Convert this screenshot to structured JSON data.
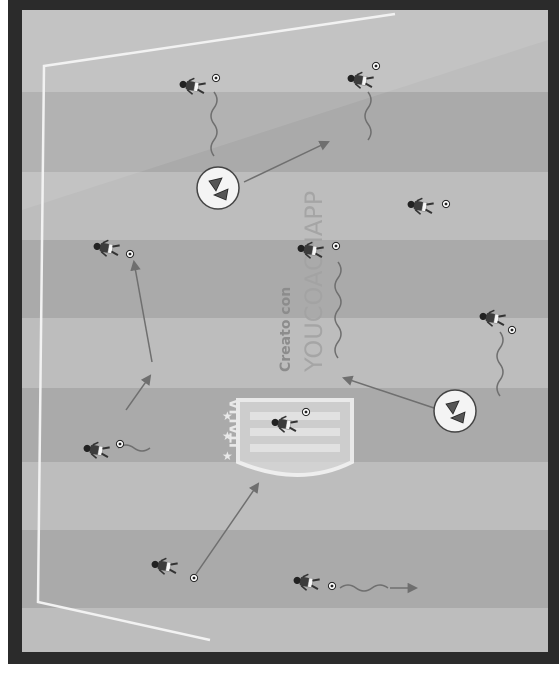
{
  "watermark": {
    "line1": "Creato con",
    "line2": "YOUCOACHAPP"
  },
  "badge": {
    "text": "ITALIA"
  },
  "colors": {
    "frame": "#2b2b2b",
    "pitch_light": "#bdbdbd",
    "pitch_dark": "#a9a9a9",
    "pitch_lines": "#f2f2f2",
    "arrow": "#6f6f6f",
    "player_shirt": "#3c3c3c"
  },
  "icons": {
    "player": "soccer-player-icon",
    "ball": "soccer-ball-icon",
    "cone": "cone-marker-icon"
  }
}
